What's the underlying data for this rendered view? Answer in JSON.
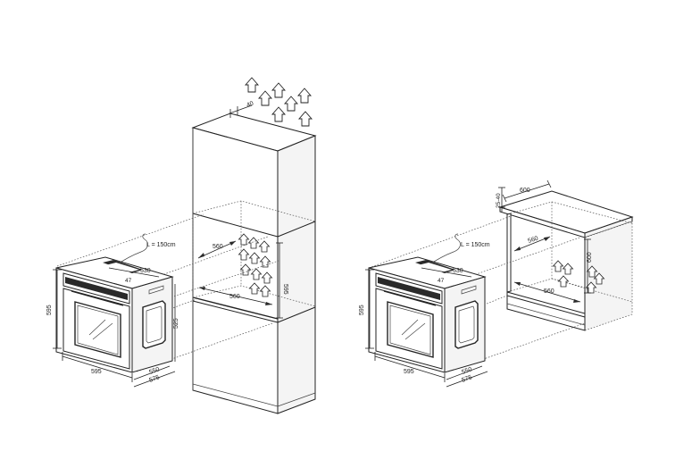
{
  "left_install": {
    "cable_label": "L = 150cm",
    "oven_dims": {
      "depth_top": "530",
      "height": "595",
      "width": "595",
      "inner_height": "525",
      "depth_a": "550",
      "depth_b": "575",
      "small": "47"
    },
    "cabinet_dims": {
      "vent_gap": "40",
      "niche_width_top": "560",
      "niche_width_bottom": "560",
      "niche_height": "595"
    }
  },
  "right_install": {
    "cable_label": "L = 150cm",
    "oven_dims": {
      "depth_top": "530",
      "height": "595",
      "width": "595",
      "depth_a": "550",
      "depth_b": "575",
      "small": "47"
    },
    "cabinet_dims": {
      "top_width": "600",
      "gap": "25-40",
      "niche_depth": "560",
      "niche_width": "560",
      "height": "600"
    }
  }
}
